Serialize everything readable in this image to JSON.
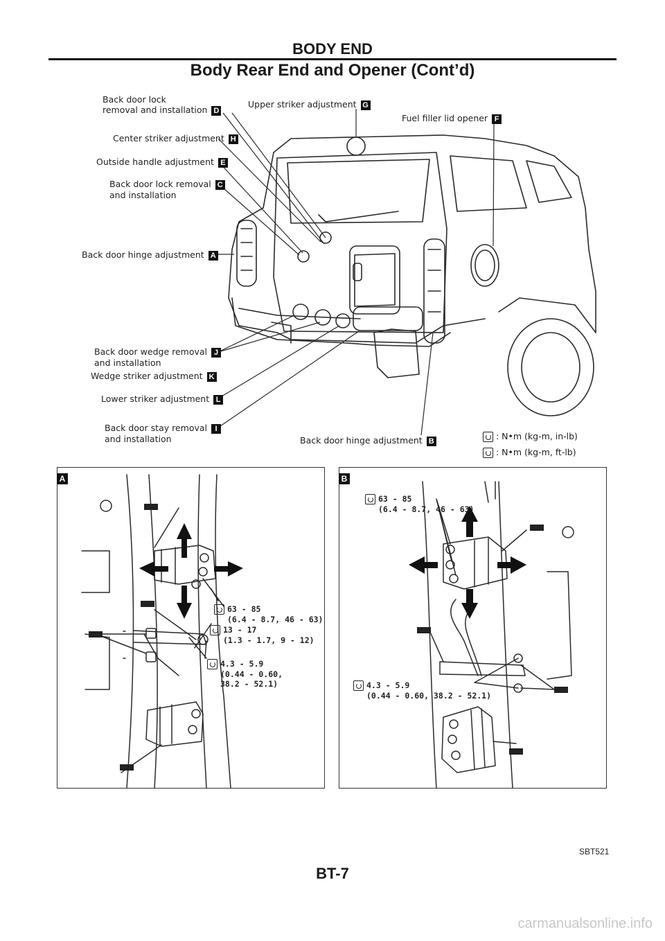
{
  "header": {
    "section": "BODY END",
    "title": "Body Rear End and Opener (Cont’d)"
  },
  "callouts": [
    {
      "id": "d_lock",
      "line1": "Back door lock",
      "line2": "removal and installation",
      "badge": "D"
    },
    {
      "id": "g_upper",
      "line1": "Upper striker adjustment",
      "line2": "",
      "badge": "G"
    },
    {
      "id": "f_fuel",
      "line1": "Fuel filler lid opener",
      "line2": "",
      "badge": "F"
    },
    {
      "id": "h_center",
      "line1": "Center striker adjustment",
      "line2": "",
      "badge": "H"
    },
    {
      "id": "e_outside",
      "line1": "Outside handle adjustment",
      "line2": "",
      "badge": "E"
    },
    {
      "id": "c_lock",
      "line1": "Back door lock removal",
      "line2": "and installation",
      "badge": "C"
    },
    {
      "id": "a_hinge",
      "line1": "Back door hinge adjustment",
      "line2": "",
      "badge": "A"
    },
    {
      "id": "j_wedge",
      "line1": "Back door wedge removal",
      "line2": "and installation",
      "badge": "J"
    },
    {
      "id": "k_wedge",
      "line1": "Wedge striker adjustment",
      "line2": "",
      "badge": "K"
    },
    {
      "id": "l_lower",
      "line1": "Lower striker adjustment",
      "line2": "",
      "badge": "L"
    },
    {
      "id": "i_stay",
      "line1": "Back door stay removal",
      "line2": "and installation",
      "badge": "I"
    },
    {
      "id": "b_hinge",
      "line1": "Back door hinge adjustment",
      "line2": "",
      "badge": "B"
    }
  ],
  "legend": [
    {
      "icon": "torque-wrench-icon",
      "text": ": N•m (kg-m, in-lb)"
    },
    {
      "icon": "torque-wrench-icon",
      "text": ": N•m (kg-m, ft-lb)"
    }
  ],
  "panels": {
    "a": {
      "letter": "A",
      "torques": [
        {
          "line1": "63 - 85",
          "line2": "(6.4 - 8.7, 46 - 63)",
          "line3": ""
        },
        {
          "line1": "13 - 17",
          "line2": "(1.3 - 1.7, 9 - 12)",
          "line3": ""
        },
        {
          "line1": "4.3 - 5.9",
          "line2": "(0.44 - 0.60,",
          "line3": "38.2 - 52.1)"
        }
      ]
    },
    "b": {
      "letter": "B",
      "torques": [
        {
          "line1": "63 - 85",
          "line2": "(6.4 - 8.7, 46 - 63)"
        },
        {
          "line1": "4.3 - 5.9",
          "line2": "(0.44 - 0.60, 38.2 - 52.1)"
        }
      ]
    }
  },
  "figure_code": "SBT521",
  "page_number": "BT-7",
  "watermark": "carmanualsonline.info"
}
